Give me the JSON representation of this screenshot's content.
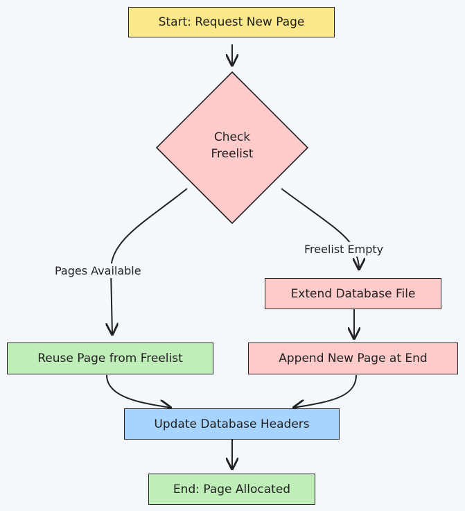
{
  "nodes": {
    "start": "Start: Request New Page",
    "check": "Check\nFreelist",
    "extend": "Extend Database File",
    "reuse": "Reuse Page from Freelist",
    "append": "Append New Page at End",
    "update": "Update Database Headers",
    "end": "End: Page Allocated"
  },
  "edge_labels": {
    "available": "Pages Available",
    "empty": "Freelist Empty"
  },
  "colors": {
    "background": "#f4f8fc",
    "start": "#fbe88a",
    "decision": "#ffcaca",
    "reuse": "#bfeeb8",
    "update": "#a7d3ff",
    "stroke": "#222222"
  }
}
